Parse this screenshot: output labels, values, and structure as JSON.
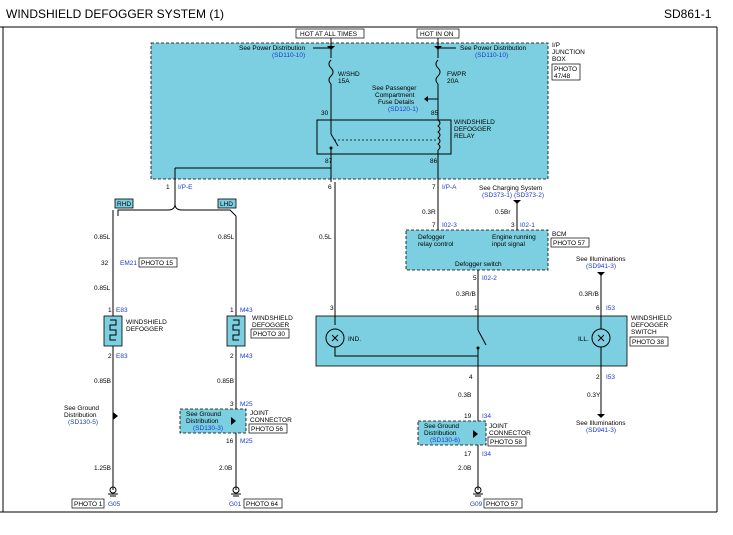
{
  "header": {
    "title": "WINDSHIELD DEFOGGER SYSTEM (1)",
    "page_code": "SD861-1"
  },
  "power": {
    "hot_all_times": "HOT AT ALL TIMES",
    "hot_in_on": "HOT IN ON"
  },
  "junction_box": {
    "label_lines": [
      "I/P",
      "JUNCTION",
      "BOX"
    ],
    "photo": "PHOTO",
    "photo_num": "47/48",
    "see_power_dist_1": "See Power Distribution",
    "ref_1": "(SD110-10)",
    "see_power_dist_2": "See Power Distribution",
    "ref_2": "(SD110-10)",
    "fuse1_name": "W/SHD",
    "fuse1_rating": "15A",
    "fuse2_name": "FWPR",
    "fuse2_rating": "20A",
    "fuse_details_lines": [
      "See Passenger",
      "Compartment",
      "Fuse Details"
    ],
    "fuse_details_ref": "(SD120-1)",
    "relay_label_lines": [
      "WINDSHIELD",
      "DEFOGGER",
      "RELAY"
    ],
    "pin_30": "30",
    "pin_85": "85",
    "pin_87": "87",
    "pin_86": "86"
  },
  "connectors": {
    "ipe_pin": "1",
    "ipe": "I/P-E",
    "ip_pin6": "6",
    "ipa_pin": "7",
    "ipa": "I/P-A"
  },
  "rhd": {
    "tag": "RHD",
    "wire1": "0.85L",
    "em21_pin": "32",
    "em21": "EM21",
    "em21_photo": "PHOTO 15",
    "wire2": "0.85L",
    "e83_pin1": "1",
    "e83": "E83",
    "defogger_lines": [
      "WINDSHIELD",
      "DEFOGGER"
    ],
    "e83_pin2": "2",
    "e83_b": "E83",
    "wire3": "0.85B",
    "ground_dist_lines": [
      "See Ground",
      "Distribution"
    ],
    "ground_ref": "(SD130-5)",
    "wire4": "1.25B",
    "ground_photo": "PHOTO 1",
    "ground_id": "G05"
  },
  "lhd": {
    "tag": "LHD",
    "wire1": "0.85L",
    "m43_pin1": "1",
    "m43": "M43",
    "defogger_lines": [
      "WINDSHIELD",
      "DEFOGGER"
    ],
    "defogger_photo": "PHOTO 30",
    "m43_pin2": "2",
    "m43_b": "M43",
    "wire2": "0.85B",
    "m25_pin3": "3",
    "m25": "M25",
    "ground_dist_lines": [
      "See Ground",
      "Distribution"
    ],
    "ground_ref": "(SD130-3)",
    "joint_lines": [
      "JOINT",
      "CONNECTOR"
    ],
    "joint_photo": "PHOTO 56",
    "m25_pin16": "16",
    "m25_b": "M25",
    "wire3": "2.0B",
    "ground_id": "G01",
    "ground_photo": "PHOTO 64"
  },
  "center": {
    "wire_05L": "0.5L",
    "wire_03R": "0.3R",
    "wire_05Br": "0.5Br",
    "charging_label": "See Charging System",
    "charging_ref1": "(SD373-1)",
    "charging_ref2": "(SD373-2)",
    "i02_pin7": "7",
    "i02_3": "I02-3",
    "i02_pin3": "3",
    "i02_1": "I02-1",
    "bcm": "BCM",
    "bcm_photo": "PHOTO 57",
    "bcm_relay_lines": [
      "Defogger",
      "relay control"
    ],
    "bcm_engine_lines": [
      "Engine running",
      "input signal"
    ],
    "bcm_switch": "Defogger switch",
    "i02_pin5": "5",
    "i02_2": "I02-2",
    "wire_03RB": "0.3R/B",
    "wire_03RB_2": "0.3R/B",
    "illum_label": "See Illuminations",
    "illum_ref": "(SD941-3)",
    "sw_pin3": "3",
    "sw_pin1": "1",
    "sw_pin6": "6",
    "i53": "I53",
    "switch_lines": [
      "WINDSHIELD",
      "DEFOGGER",
      "SWITCH"
    ],
    "switch_photo": "PHOTO 38",
    "ind": "IND.",
    "ill": "ILL.",
    "sw_pin4": "4",
    "sw_pin2": "2",
    "i53_b": "I53",
    "wire_03B": "0.3B",
    "wire_03Y": "0.3Y",
    "illum_label2": "See Illuminations",
    "illum_ref2": "(SD941-3)",
    "i34_pin19": "19",
    "i34": "I34",
    "ground_dist_lines": [
      "See Ground",
      "Distribution"
    ],
    "ground_ref": "(SD130-6)",
    "joint_lines": [
      "JOINT",
      "CONNECTOR"
    ],
    "joint_photo": "PHOTO 58",
    "i34_pin17": "17",
    "i34_b": "I34",
    "wire_20B": "2.0B",
    "ground_id": "G09",
    "ground_photo": "PHOTO 57"
  }
}
